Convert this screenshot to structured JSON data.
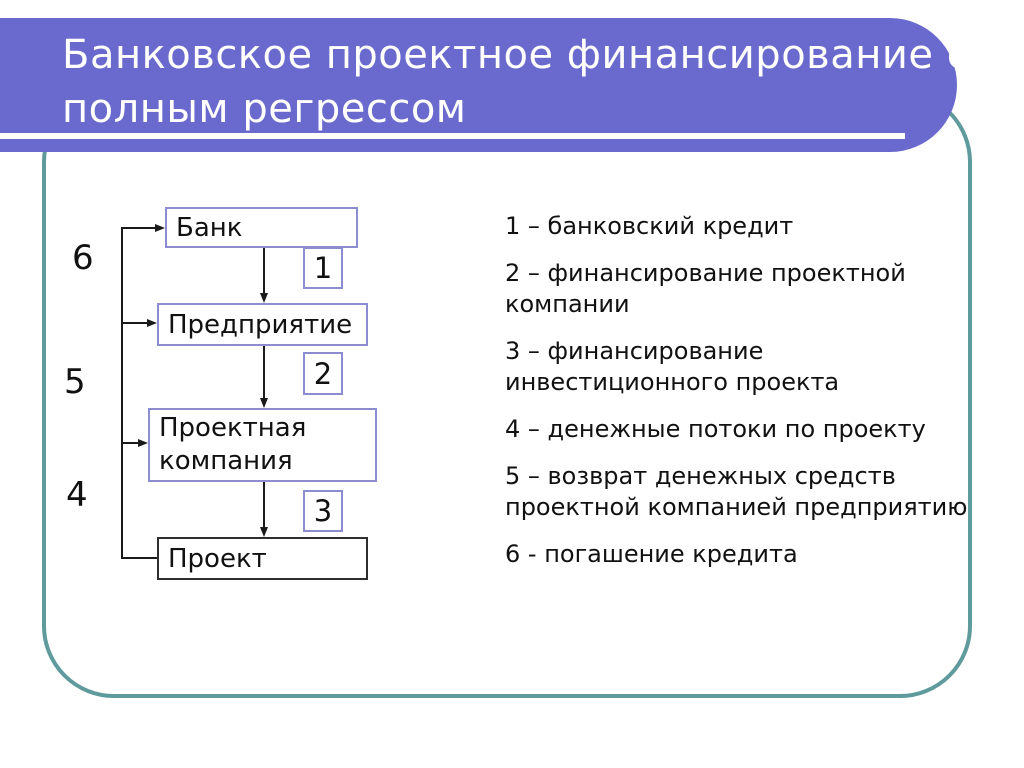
{
  "slide": {
    "title": "Банковское проектное финансирование с полным регрессом",
    "title_lines": [
      "Банковское проектное финансирование с",
      "полным регрессом"
    ]
  },
  "colors": {
    "header_bg": "#6a6ace",
    "title_text": "#ffffff",
    "frame_border": "#5f9a9c",
    "node_border": "#8c8cd0",
    "project_border": "#2e2e2e",
    "line_color": "#1a1a1a"
  },
  "diagram": {
    "nodes": [
      {
        "label": "Банк"
      },
      {
        "label": "Предприятие"
      },
      {
        "label": "Проектная компания"
      },
      {
        "label": "Проект"
      }
    ],
    "edge_badges": [
      "1",
      "2",
      "3"
    ],
    "return_labels": [
      "6",
      "5",
      "4"
    ]
  },
  "legend": {
    "items": [
      "1 – банковский кредит",
      "2 – финансирование проектной компании",
      "3 – финансирование инвестиционного проекта",
      "4 – денежные потоки по проекту",
      "5 – возврат денежных средств проектной компанией предприятию",
      "6 - погашение кредита"
    ]
  }
}
